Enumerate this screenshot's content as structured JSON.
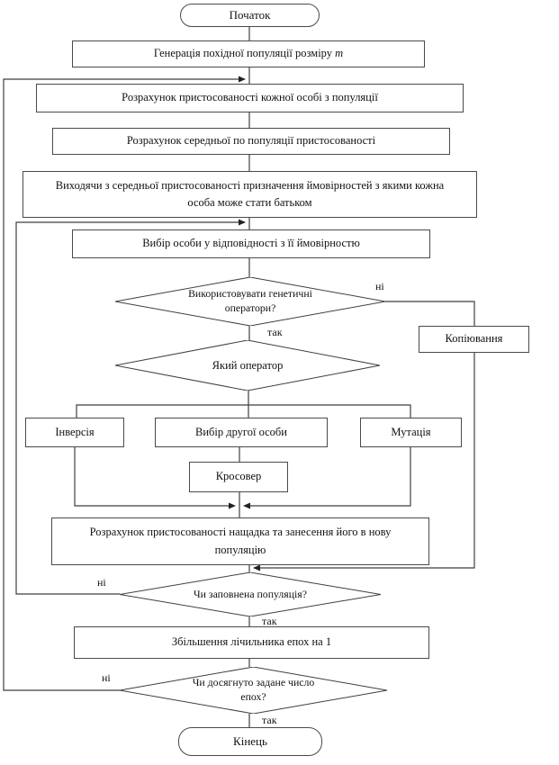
{
  "nodes": {
    "start": "Початок",
    "generate": "Генерація похідної популяції розміру ",
    "generate_var": "m",
    "fitness_each": "Розрахунок пристосованості кожної особі з популяції",
    "fitness_avg": "Розрахунок середньої по популяції пристосованості",
    "assign_prob": "Виходячи з середньої пристосованості призначення ймовірностей з якими кожна особа може стати батьком",
    "select_individual": "Вибір особи у відповідності з її ймовірностю",
    "use_operators": "Використовувати генетичні оператори?",
    "copy": "Копіювання",
    "which_operator": "Який оператор",
    "inversion": "Інверсія",
    "select_second": "Вибір другої особи",
    "mutation": "Мутація",
    "crossover": "Кросовер",
    "offspring_fitness": "Розрахунок пристосованості нащадка та занесення його в нову популяцію",
    "population_full": "Чи заповнена популяція?",
    "increment_epoch": "Збільшення лічильника епох на 1",
    "epochs_reached": "Чи досягнуто задане число епох?",
    "end": "Кінець"
  },
  "labels": {
    "yes": "так",
    "no": "ні"
  },
  "colors": {
    "line": "#3f3f3f",
    "text": "#111111",
    "background": "#ffffff"
  }
}
